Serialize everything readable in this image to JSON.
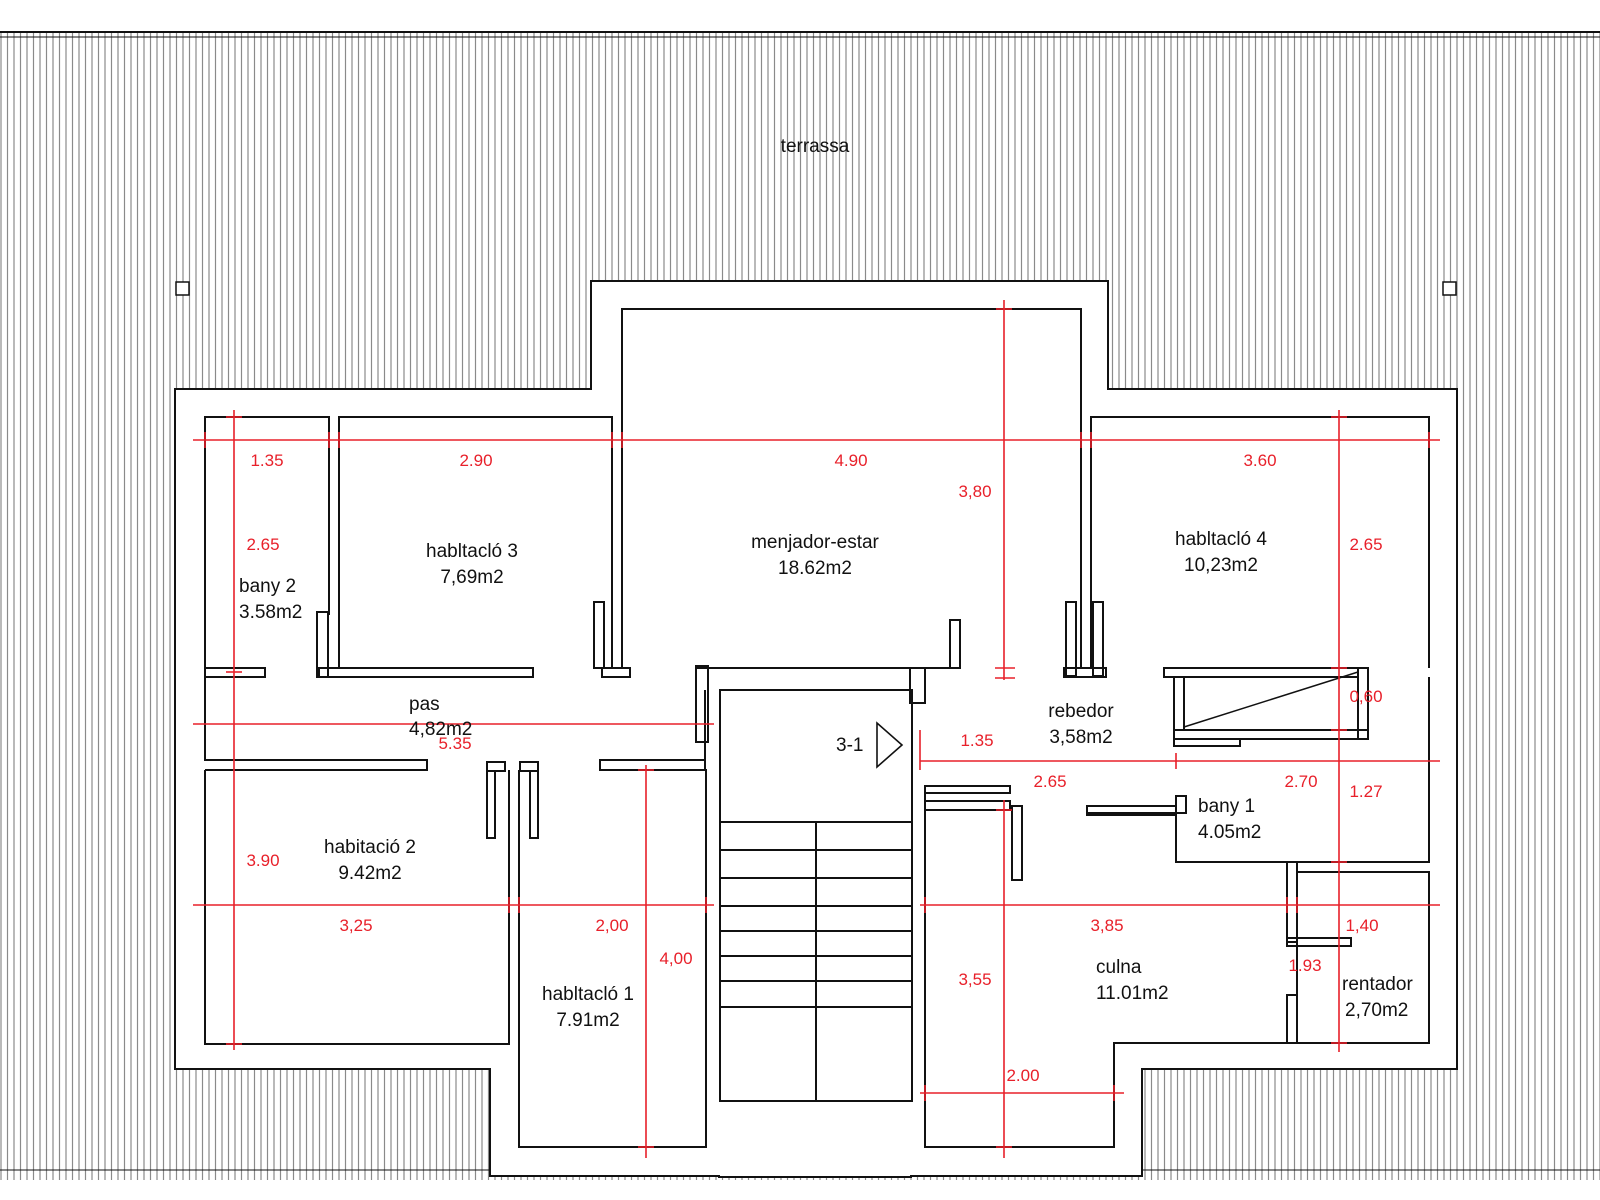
{
  "colors": {
    "walls": "#111111",
    "hatch": "#8a8a8a",
    "dimensions": "#e8202a",
    "background": "#ffffff"
  },
  "terrace": {
    "label": "terrassa"
  },
  "entry_marker": {
    "label": "3-1"
  },
  "rooms": [
    {
      "id": "bany2",
      "name": "bany 2",
      "area": "3.58m2"
    },
    {
      "id": "hab3",
      "name": "habltacló 3",
      "area": "7,69m2"
    },
    {
      "id": "menjador",
      "name": "menjador-estar",
      "area": "18.62m2"
    },
    {
      "id": "hab4",
      "name": "habltacló 4",
      "area": "10,23m2"
    },
    {
      "id": "pas",
      "name": "pas",
      "area": "4,82m2"
    },
    {
      "id": "rebedor",
      "name": "rebedor",
      "area": "3,58m2"
    },
    {
      "id": "hab2",
      "name": "habitació 2",
      "area": "9.42m2"
    },
    {
      "id": "bany1",
      "name": "bany 1",
      "area": "4.05m2"
    },
    {
      "id": "hab1",
      "name": "habltacló 1",
      "area": "7.91m2"
    },
    {
      "id": "cuina",
      "name": "culna",
      "area": "11.01m2"
    },
    {
      "id": "rentador",
      "name": "rentador",
      "area": "2,70m2"
    }
  ],
  "dimensions": [
    {
      "id": "d-top-1",
      "value": "1.35"
    },
    {
      "id": "d-top-2",
      "value": "2.90"
    },
    {
      "id": "d-top-3",
      "value": "4.90"
    },
    {
      "id": "d-top-4",
      "value": "3.60"
    },
    {
      "id": "d-menjador-h",
      "value": "3,80"
    },
    {
      "id": "d-left-1",
      "value": "2.65"
    },
    {
      "id": "d-right-1",
      "value": "2.65"
    },
    {
      "id": "d-right-2",
      "value": "0,60"
    },
    {
      "id": "d-pas",
      "value": "5.35"
    },
    {
      "id": "d-rebedor",
      "value": "1.35"
    },
    {
      "id": "d-mid-1",
      "value": "2.65"
    },
    {
      "id": "d-mid-2",
      "value": "2.70"
    },
    {
      "id": "d-right-3",
      "value": "1.27"
    },
    {
      "id": "d-left-2",
      "value": "3.90"
    },
    {
      "id": "d-bot-1",
      "value": "3,25"
    },
    {
      "id": "d-bot-2",
      "value": "2,00"
    },
    {
      "id": "d-bot-3",
      "value": "3,85"
    },
    {
      "id": "d-bot-4",
      "value": "1,40"
    },
    {
      "id": "d-hab1-h",
      "value": "4,00"
    },
    {
      "id": "d-cuina-h",
      "value": "3,55"
    },
    {
      "id": "d-rent-h",
      "value": "1.93"
    },
    {
      "id": "d-cuina-w",
      "value": "2.00"
    }
  ]
}
